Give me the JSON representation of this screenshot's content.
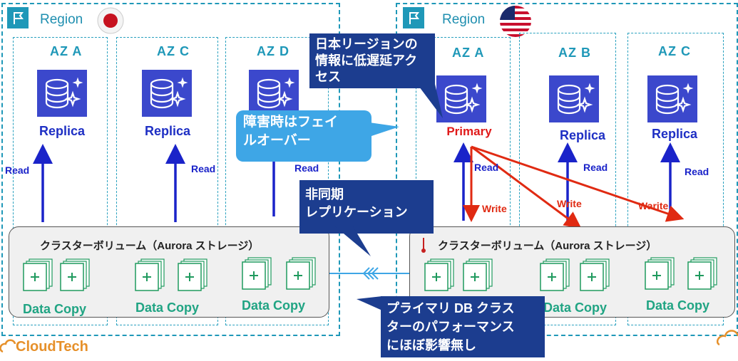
{
  "regions": [
    {
      "label": "Region",
      "flag": "japan-flag-icon"
    },
    {
      "label": "Region",
      "flag": "usa-flag-icon"
    }
  ],
  "left_azs": [
    {
      "label": "AZ A",
      "role": "Replica",
      "read": "Read"
    },
    {
      "label": "AZ C",
      "role": "Replica",
      "read": "Read"
    },
    {
      "label": "AZ D",
      "role": "",
      "read": "Read"
    }
  ],
  "right_azs": [
    {
      "label": "AZ A",
      "role": "Primary",
      "read": "Read",
      "write": "Write"
    },
    {
      "label": "AZ B",
      "role": "Replica",
      "read": "Read",
      "write": "Write"
    },
    {
      "label": "AZ C",
      "role": "Replica",
      "read": "Read",
      "write": "Warite"
    }
  ],
  "cluster_title": "クラスターボリューム（Aurora ストレージ）",
  "data_copy_label": "Data Copy",
  "callouts": {
    "low_latency": "日本リージョンの\n情報に低遅延アク\nセス",
    "failover": "障害時はフェイ\nルオーバー",
    "async": "非同期\nレプリケーション",
    "no_impact": "プライマリ DB クラス\nターのパフォーマンス\nにほぼ影響無し"
  },
  "logo": "CloudTech",
  "colors": {
    "region_border": "#1f98b8",
    "db_icon": "#3b48cc",
    "primary_text": "#e01919",
    "replica_text": "#1e2fc4",
    "write_arrow": "#e02a12",
    "read_arrow": "#1a23c9",
    "copy_text": "#20a483",
    "callout_dark": "#1c3d8f",
    "callout_light": "#3ea6e6"
  }
}
